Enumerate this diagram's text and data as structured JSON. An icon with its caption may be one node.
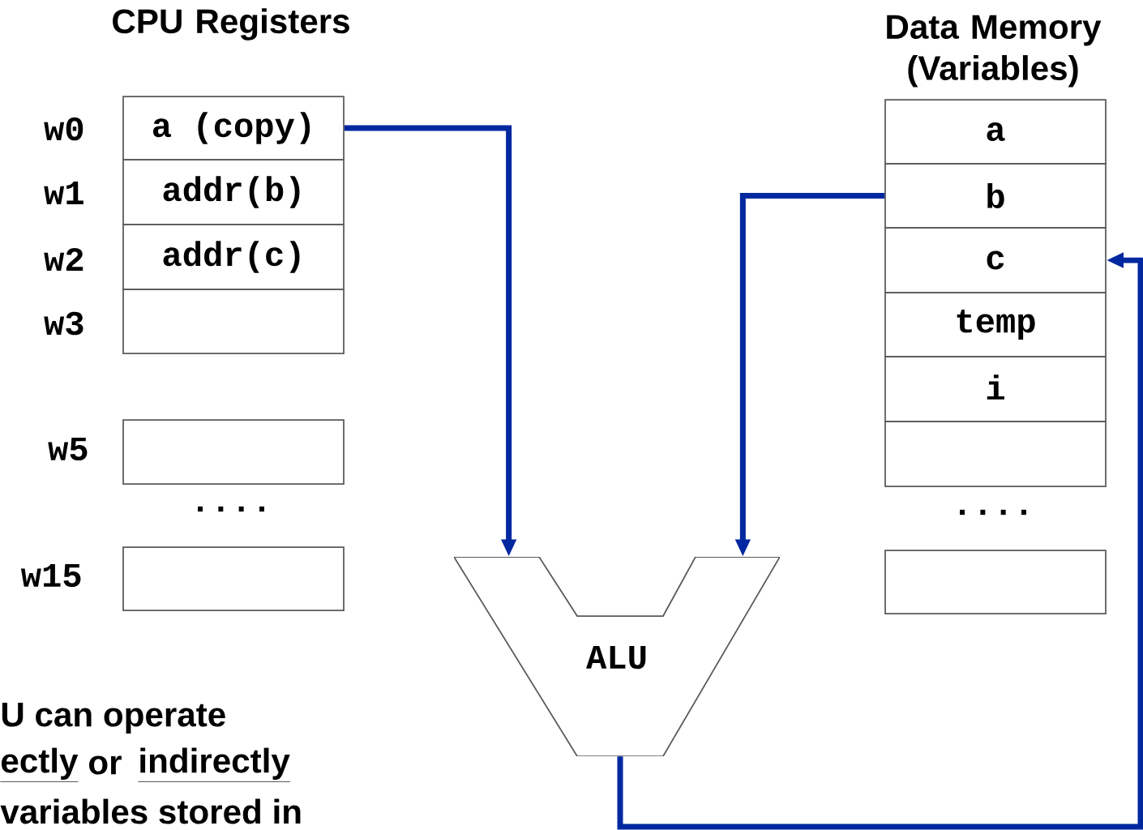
{
  "diagram": {
    "nodes": [
      {
        "text": [
          "a  (copy)"
        ],
        "beside": [
          "w0"
        ]
      },
      {
        "text": [
          "addr(b)"
        ],
        "beside": [
          "w1"
        ]
      },
      {
        "text": [
          "addr(c)"
        ],
        "beside": [
          "w2"
        ]
      },
      {
        "text": [],
        "shape": "box",
        "beside": [
          "w3"
        ]
      },
      {
        "text": [],
        "shape": "box",
        "beside": [
          "w5"
        ]
      },
      {
        "text": [],
        "shape": "box",
        "beside": [
          "w15"
        ]
      },
      {
        "text": [
          "a"
        ]
      },
      {
        "text": [
          "b"
        ]
      },
      {
        "text": [
          "c"
        ]
      },
      {
        "text": [
          "temp"
        ]
      },
      {
        "text": [
          "i"
        ]
      },
      {
        "text": [],
        "shape": "box"
      },
      {
        "text": [],
        "shape": "box"
      },
      {
        "text": [
          "ALU"
        ]
      }
    ],
    "edges": [
      {
        "from": 0,
        "to": 13,
        "arrow": "to"
      },
      {
        "from": 7,
        "to": 13,
        "arrow": "to"
      },
      {
        "from": 13,
        "to": 8,
        "arrow": "to"
      }
    ],
    "labels": [
      "CPU Registers",
      "Data Memory (Variables)",
      "....",
      "....",
      "U can operate",
      "ectly",
      "or",
      "indirectly",
      "variables stored in"
    ]
  }
}
